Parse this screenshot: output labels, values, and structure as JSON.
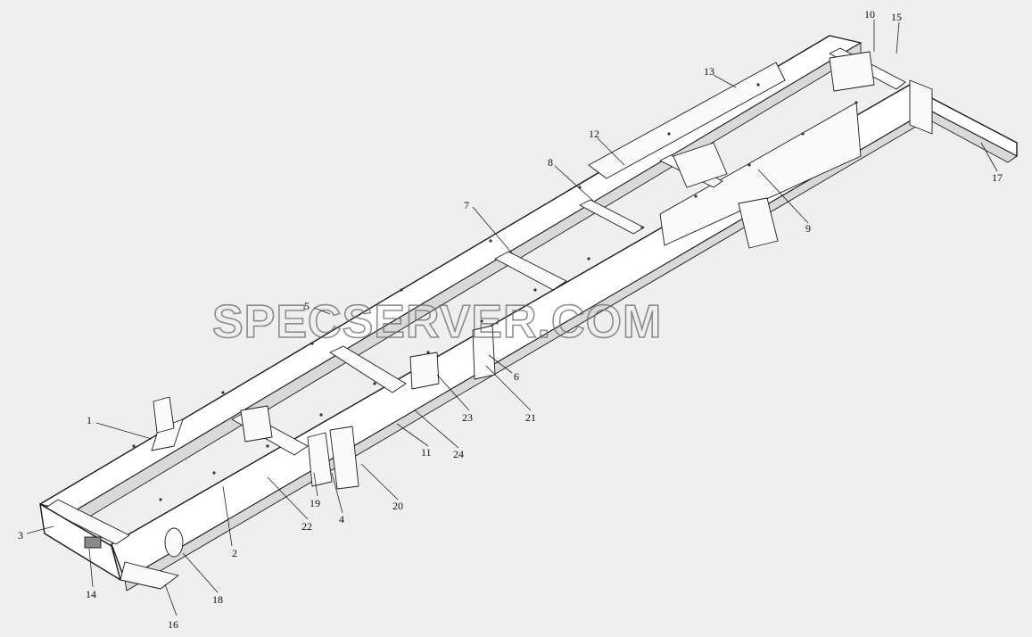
{
  "watermark": "SPECSERVER.COM",
  "labels": [
    {
      "id": "1",
      "text": "1"
    },
    {
      "id": "2",
      "text": "2"
    },
    {
      "id": "3",
      "text": "3"
    },
    {
      "id": "4",
      "text": "4"
    },
    {
      "id": "5",
      "text": "5"
    },
    {
      "id": "6",
      "text": "6"
    },
    {
      "id": "7",
      "text": "7"
    },
    {
      "id": "8",
      "text": "8"
    },
    {
      "id": "9",
      "text": "9"
    },
    {
      "id": "10",
      "text": "10"
    },
    {
      "id": "11",
      "text": "11"
    },
    {
      "id": "12",
      "text": "12"
    },
    {
      "id": "13",
      "text": "13"
    },
    {
      "id": "14",
      "text": "14"
    },
    {
      "id": "15",
      "text": "15"
    },
    {
      "id": "16",
      "text": "16"
    },
    {
      "id": "17",
      "text": "17"
    },
    {
      "id": "18",
      "text": "18"
    },
    {
      "id": "19",
      "text": "19"
    },
    {
      "id": "20",
      "text": "20"
    },
    {
      "id": "21",
      "text": "21"
    },
    {
      "id": "22",
      "text": "22"
    },
    {
      "id": "23",
      "text": "23"
    },
    {
      "id": "24",
      "text": "24"
    }
  ]
}
